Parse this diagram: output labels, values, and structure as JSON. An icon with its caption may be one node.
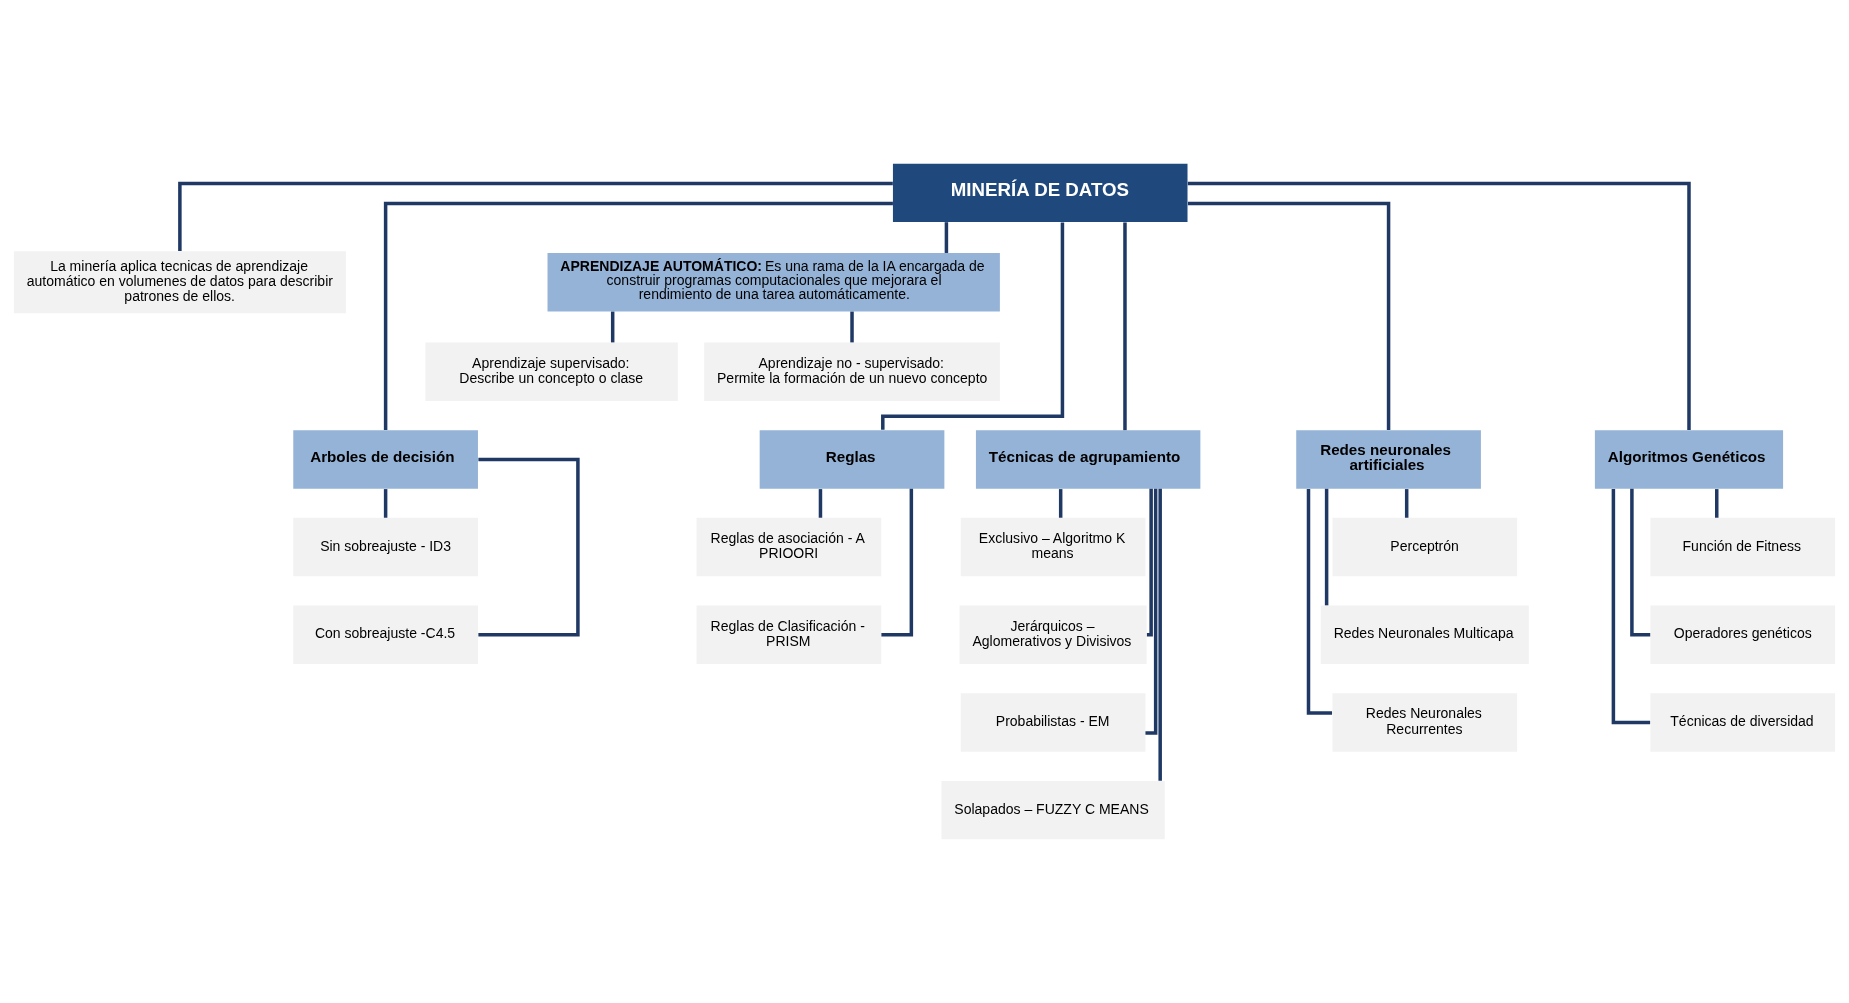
{
  "diagram": {
    "nodes": [
      {
        "text": [
          "MINERÍA DE DATOS"
        ]
      },
      {
        "text": [
          "La minería aplica tecnicas de aprendizaje automático en volumenes de datos para describir patrones de ellos."
        ]
      },
      {
        "text": [
          "**APRENDIZAJE AUTOMÁTICO:** Es una rama de la IA encargada de construir programas computacionales que mejorara el rendimiento de una tarea automáticamente."
        ]
      },
      {
        "text": [
          "Aprendizaje supervisado:",
          "Describe un concepto o clase"
        ]
      },
      {
        "text": [
          "Aprendizaje no - supervisado:",
          "Permite la formación de un nuevo concepto"
        ]
      },
      {
        "text": [
          "Arboles de decisión"
        ]
      },
      {
        "text": [
          "Técnicas de agrupamiento"
        ]
      },
      {
        "text": [
          "Reglas"
        ]
      },
      {
        "text": [
          "Redes neuronales artificiales"
        ]
      },
      {
        "text": [
          "Algoritmos Genéticos"
        ]
      },
      {
        "text": [
          "Sin sobreajuste - ID3"
        ]
      },
      {
        "text": [
          "Con sobreajuste -C4.5"
        ]
      },
      {
        "text": [
          "Exclusivo – Algoritmo K means"
        ]
      },
      {
        "text": [
          "Jerárquicos – Aglomerativos y Divisivos"
        ]
      },
      {
        "text": [
          "Probabilistas - EM"
        ]
      },
      {
        "text": [
          "Solapados – FUZZY C MEANS"
        ]
      },
      {
        "text": [
          "Reglas de asociación - A PRIOORI"
        ]
      },
      {
        "text": [
          "Reglas de Clasificación - PRISM"
        ]
      },
      {
        "text": [
          "Perceptrón"
        ]
      },
      {
        "text": [
          "Redes Neuronales Multicapa"
        ]
      },
      {
        "text": [
          "Redes Neuronales Recurrentes"
        ]
      },
      {
        "text": [
          "Función de Fitness"
        ]
      },
      {
        "text": [
          "Operadores genéticos"
        ]
      },
      {
        "text": [
          "Técnicas de diversidad"
        ]
      }
    ],
    "edges": [
      {
        "from": 0,
        "to": 1,
        "arrow": "none"
      },
      {
        "from": 0,
        "to": 2,
        "arrow": "none"
      },
      {
        "from": 2,
        "to": 3,
        "arrow": "none"
      },
      {
        "from": 2,
        "to": 4,
        "arrow": "none"
      },
      {
        "from": 0,
        "to": 5,
        "arrow": "none"
      },
      {
        "from": 0,
        "to": 6,
        "arrow": "none"
      },
      {
        "from": 0,
        "to": 7,
        "arrow": "none"
      },
      {
        "from": 0,
        "to": 8,
        "arrow": "none"
      },
      {
        "from": 0,
        "to": 9,
        "arrow": "none"
      },
      {
        "from": 5,
        "to": 10,
        "arrow": "none"
      },
      {
        "from": 5,
        "to": 11,
        "arrow": "none"
      },
      {
        "from": 6,
        "to": 12,
        "arrow": "none"
      },
      {
        "from": 6,
        "to": 13,
        "arrow": "none"
      },
      {
        "from": 6,
        "to": 14,
        "arrow": "none"
      },
      {
        "from": 6,
        "to": 15,
        "arrow": "none"
      },
      {
        "from": 7,
        "to": 16,
        "arrow": "none"
      },
      {
        "from": 7,
        "to": 17,
        "arrow": "none"
      },
      {
        "from": 8,
        "to": 18,
        "arrow": "none"
      },
      {
        "from": 8,
        "to": 19,
        "arrow": "none"
      },
      {
        "from": 8,
        "to": 20,
        "arrow": "none"
      },
      {
        "from": 9,
        "to": 21,
        "arrow": "none"
      },
      {
        "from": 9,
        "to": 22,
        "arrow": "none"
      },
      {
        "from": 9,
        "to": 23,
        "arrow": "none"
      }
    ]
  }
}
